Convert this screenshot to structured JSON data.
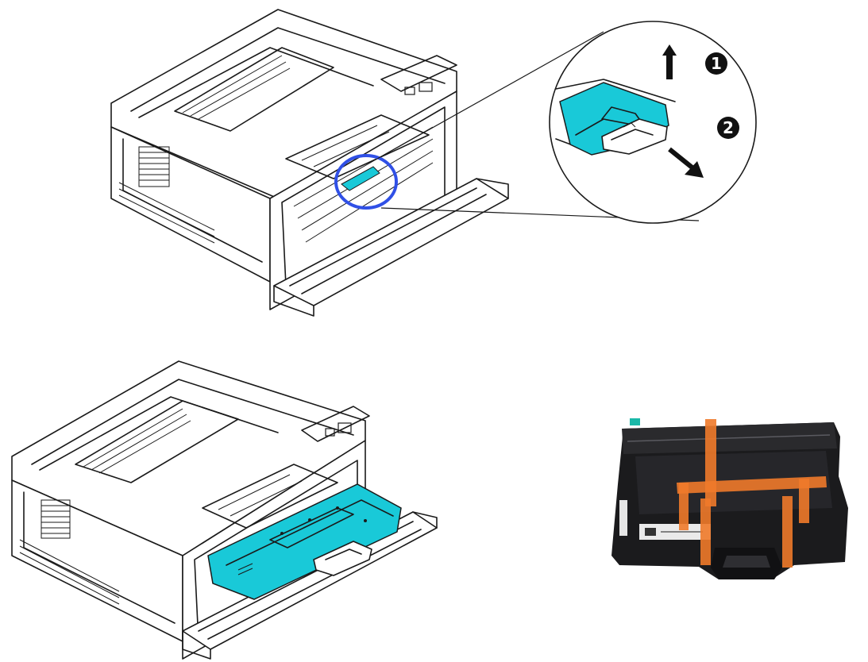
{
  "colors": {
    "highlight_ring": "#3050e6",
    "cartridge": "#19c9d8",
    "tape": "#f07a2a",
    "cartridge_body": "#1b1b1d"
  },
  "steps": [
    {
      "number": "1",
      "direction": "up"
    },
    {
      "number": "2",
      "direction": "down-right"
    }
  ],
  "icons": [
    "arrow-up-icon",
    "arrow-down-right-icon"
  ]
}
